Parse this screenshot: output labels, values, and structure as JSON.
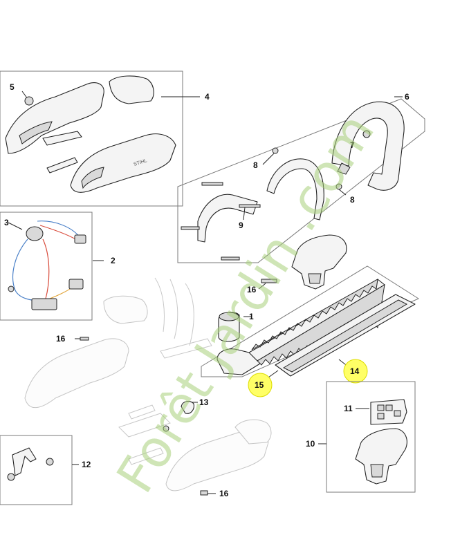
{
  "callouts": {
    "p1": "1",
    "p2": "2",
    "p3": "3",
    "p4": "4",
    "p5": "5",
    "p6": "6",
    "p7": "7",
    "p8a": "8",
    "p8b": "8",
    "p9": "9",
    "p10": "10",
    "p11": "11",
    "p12": "12",
    "p13": "13",
    "p14": "14",
    "p15": "15",
    "p16a": "16",
    "p16b": "16",
    "p16c": "16"
  },
  "highlight_color": "#ffff66",
  "watermark": {
    "text": "Forêt Jardin .com"
  }
}
